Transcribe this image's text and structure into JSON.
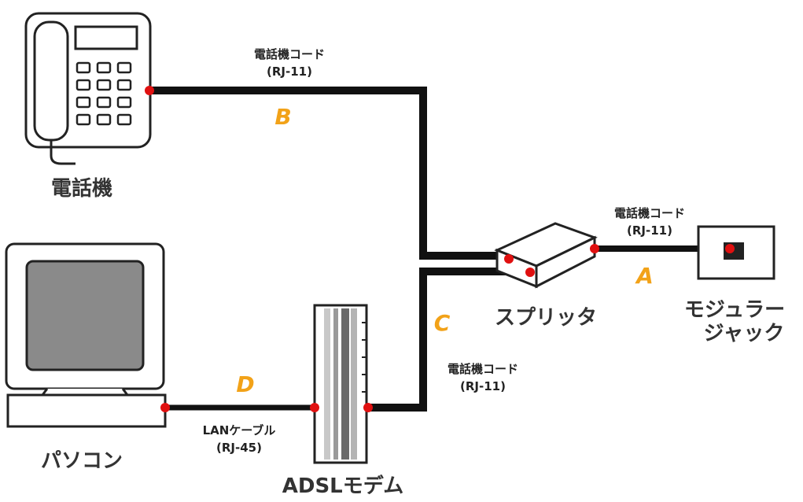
{
  "devices": {
    "phone": "電話機",
    "pc": "パソコン",
    "modem": "ADSLモデム",
    "splitter": "スプリッタ",
    "jack_line1": "モジュラー",
    "jack_line2": "ジャック"
  },
  "cables": {
    "A": {
      "letter": "A",
      "name": "電話機コード",
      "spec": "(RJ-11)"
    },
    "B": {
      "letter": "B",
      "name": "電話機コード",
      "spec": "(RJ-11)"
    },
    "C": {
      "letter": "C",
      "name": "電話機コード",
      "spec": "(RJ-11)"
    },
    "D": {
      "letter": "D",
      "name": "LANケーブル",
      "spec": "(RJ-45)"
    }
  },
  "colors": {
    "cable": "#111111",
    "connector": "#e01010",
    "label_letter": "#f2a218",
    "device_outline": "#222222",
    "screen": "#8a8a8a"
  }
}
